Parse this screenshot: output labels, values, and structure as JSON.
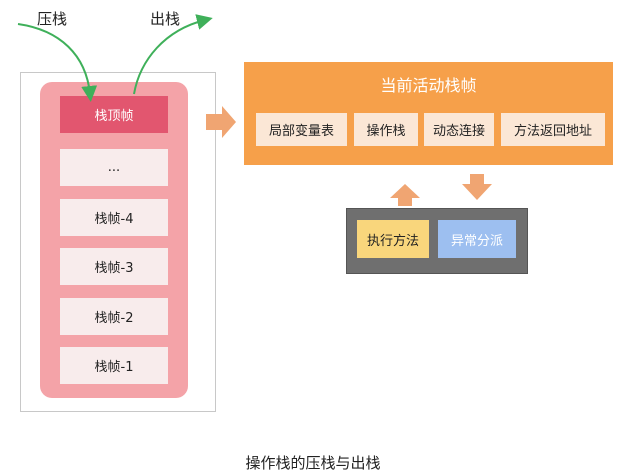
{
  "labels": {
    "push": "压栈",
    "pop": "出栈"
  },
  "stack": {
    "top_frame": "栈顶帧",
    "ellipsis": "...",
    "frames": [
      "栈帧-4",
      "栈帧-3",
      "栈帧-2",
      "栈帧-1"
    ]
  },
  "current_frame": {
    "title": "当前活动栈帧",
    "parts": [
      "局部变量表",
      "操作栈",
      "动态连接",
      "方法返回地址"
    ]
  },
  "exit": {
    "normal": "执行方法",
    "exception": "异常分派"
  },
  "caption": "操作栈的压栈与出栈",
  "colors": {
    "stack_bg": "#f4a3a8",
    "top_frame": "#e2566f",
    "frame": "#f8ecec",
    "current_frame": "#f6a04a",
    "arrow": "#f0a572",
    "green_arrow": "#3fb05a",
    "exec": "#f9d67c",
    "exception": "#9dbff0"
  }
}
